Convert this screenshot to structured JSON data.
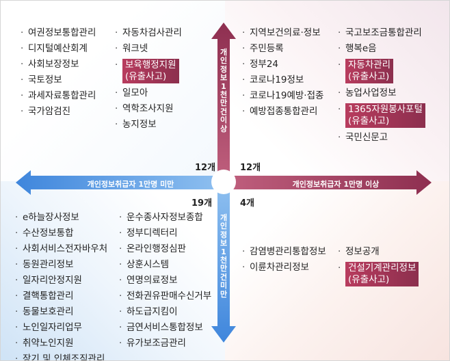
{
  "axes": {
    "right_label": "개인정보취급자 1만명 이상",
    "left_label": "개인정보취급자 1만명 미만",
    "up_label": "개인정보 1천만건 이상",
    "down_label": "개인정보 1천만건 미만",
    "colors": {
      "right": "#9c3a5c",
      "left": "#4a90e2",
      "up": "#9c3a5c",
      "down": "#4a90e2"
    }
  },
  "counts": {
    "top_left": "12개",
    "top_right": "12개",
    "bottom_left": "19개",
    "bottom_right": "4개"
  },
  "quadrants": {
    "top_left": {
      "col1": [
        {
          "text": "여권정보통합관리"
        },
        {
          "text": "디지털예산회계"
        },
        {
          "text": "사회보장정보"
        },
        {
          "text": "국토정보"
        },
        {
          "text": "과세자료통합관리"
        },
        {
          "text": "국가암검진"
        }
      ],
      "col2": [
        {
          "text": "자동차검사관리"
        },
        {
          "text": "워크넷"
        },
        {
          "text": "보육행정지원",
          "note": "(유출사고)",
          "highlight": true
        },
        {
          "text": "일모아"
        },
        {
          "text": "역학조사지원"
        },
        {
          "text": "농지정보"
        }
      ]
    },
    "top_right": {
      "col1": [
        {
          "text": "지역보건의료·정보"
        },
        {
          "text": "주민등록"
        },
        {
          "text": "정부24"
        },
        {
          "text": "코로나19정보"
        },
        {
          "text": "코로나19예방·접종"
        },
        {
          "text": "예방접종통합관리"
        }
      ],
      "col2": [
        {
          "text": "국고보조금통합관리"
        },
        {
          "text": "행복e음"
        },
        {
          "text": "자동차관리",
          "note": "(유출사고)",
          "highlight": true
        },
        {
          "text": "농업사업정보"
        },
        {
          "text": "1365자원봉사포털",
          "note": "(유출사고)",
          "highlight": true
        },
        {
          "text": "국민신문고"
        }
      ]
    },
    "bottom_left": {
      "col1": [
        {
          "text": "e하늘장사정보"
        },
        {
          "text": "수산정보통합"
        },
        {
          "text": "사회서비스전자바우처"
        },
        {
          "text": "동원관리정보"
        },
        {
          "text": "일자리안정지원"
        },
        {
          "text": "결핵통합관리"
        },
        {
          "text": "동물보호관리"
        },
        {
          "text": "노인일자리업무"
        },
        {
          "text": "취약노인지원"
        },
        {
          "text": "장기 및 인체조직관리"
        }
      ],
      "col2": [
        {
          "text": "운수종사자정보종합"
        },
        {
          "text": "정부디렉터리"
        },
        {
          "text": "온라인행정심판"
        },
        {
          "text": "상훈시스템"
        },
        {
          "text": "연명의료정보"
        },
        {
          "text": "전화권유판매수신거부"
        },
        {
          "text": "하도급지킴이"
        },
        {
          "text": "금연서비스통합정보"
        },
        {
          "text": "유가보조금관리"
        }
      ]
    },
    "bottom_right": {
      "col1": [
        {
          "text": "감염병관리통합정보"
        },
        {
          "text": "이륜차관리정보"
        }
      ],
      "col2": [
        {
          "text": "정보공개"
        },
        {
          "text": "건설기계관리정보",
          "note": "(유출사고)",
          "highlight": true
        }
      ]
    }
  }
}
